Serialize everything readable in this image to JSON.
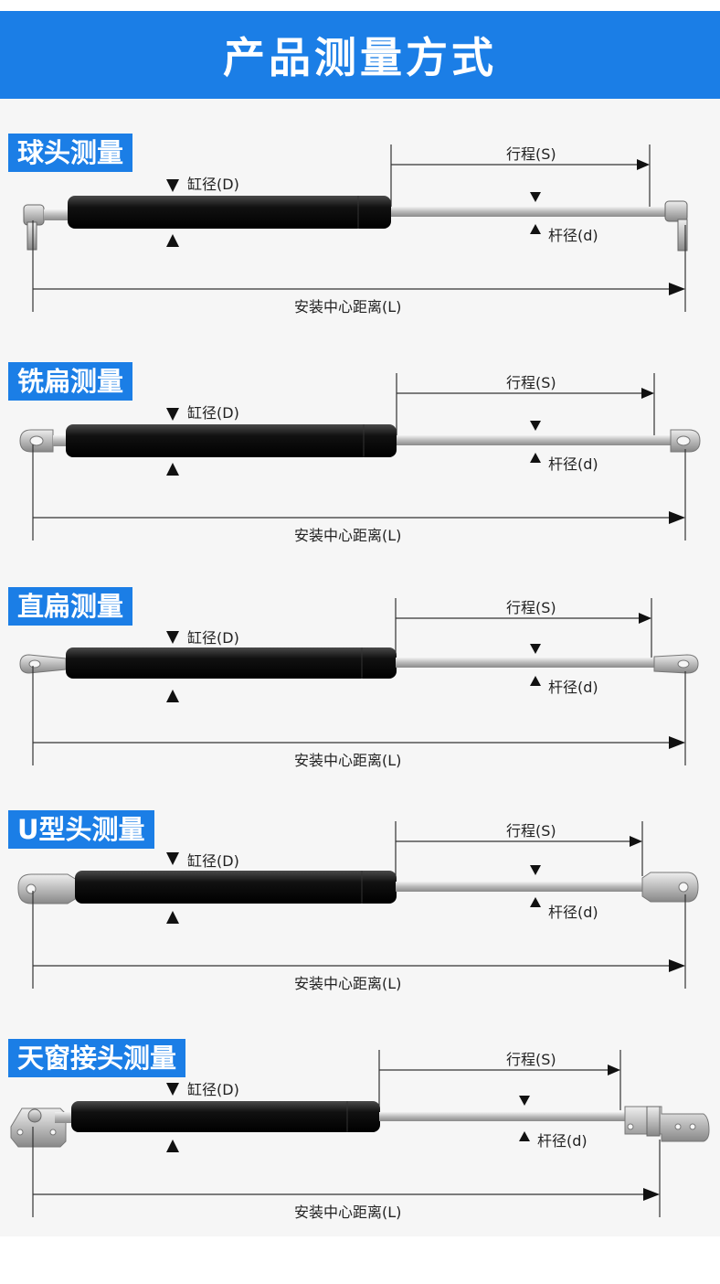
{
  "header": {
    "title": "产品测量方式"
  },
  "labels": {
    "cylinder_diameter": "缸径(D)",
    "stroke": "行程(S)",
    "rod_diameter": "杆径(d)",
    "center_distance": "安装中心距离(L)"
  },
  "sections": [
    {
      "title": "球头测量",
      "end_fitting": "ball-joint"
    },
    {
      "title": "铣扁测量",
      "end_fitting": "milled-flat"
    },
    {
      "title": "直扁测量",
      "end_fitting": "straight-flat"
    },
    {
      "title": "U型头测量",
      "end_fitting": "u-clevis"
    },
    {
      "title": "天窗接头测量",
      "end_fitting": "skylight-bracket"
    }
  ],
  "colors": {
    "accent": "#1b7ee6",
    "cylinder": "#111111",
    "rod": "#c8c8c8"
  }
}
